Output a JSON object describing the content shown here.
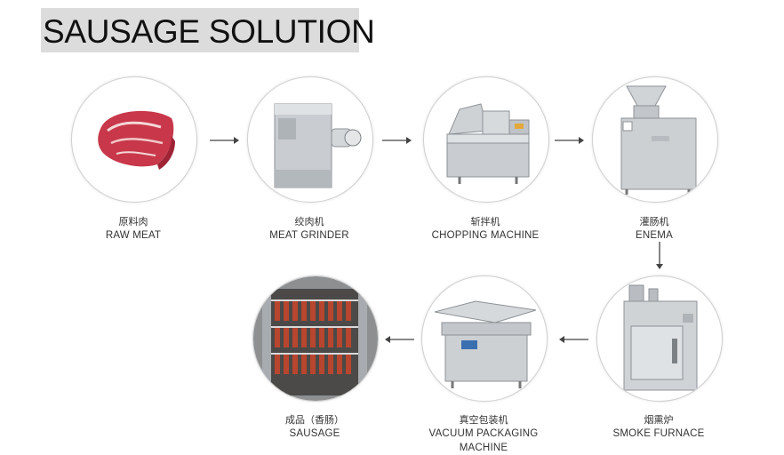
{
  "title": "SAUSAGE SOLUTION",
  "steps": [
    {
      "cn": "原料肉",
      "en": "RAW MEAT",
      "icon": "raw-meat-icon"
    },
    {
      "cn": "绞肉机",
      "en": "MEAT GRINDER",
      "icon": "meat-grinder-icon"
    },
    {
      "cn": "斩拌机",
      "en": "CHOPPING MACHINE",
      "icon": "chopping-machine-icon"
    },
    {
      "cn": "灌肠机",
      "en": "ENEMA",
      "icon": "enema-machine-icon"
    },
    {
      "cn": "烟熏炉",
      "en": "SMOKE FURNACE",
      "icon": "smoke-furnace-icon"
    },
    {
      "cn": "真空包装机",
      "en": "VACUUM PACKAGING MACHINE",
      "icon": "vacuum-packaging-machine-icon"
    },
    {
      "cn": "成品（香肠）",
      "en": "SAUSAGE",
      "icon": "sausage-icon"
    }
  ]
}
